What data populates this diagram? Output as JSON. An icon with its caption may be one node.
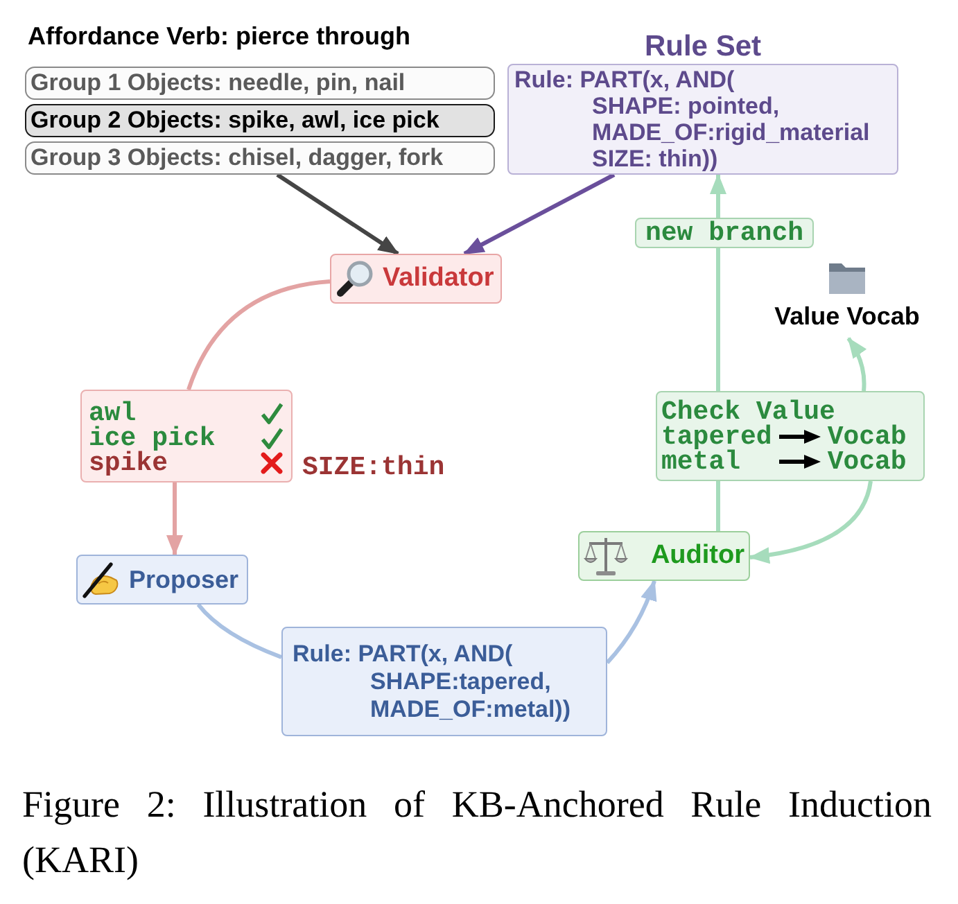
{
  "diagram": {
    "caption": "Figure 2: Illustration of KB-Anchored Rule Induction (KARI)",
    "nodes": [
      {
        "text": [
          "Group 1 Objects: needle, pin, nail"
        ]
      },
      {
        "text": [
          "Group 2 Objects: spike, awl, ice pick"
        ]
      },
      {
        "text": [
          "Group 3 Objects: chisel, dagger, fork"
        ]
      },
      {
        "text": [
          "Rule Set",
          "Rule: PART(x, AND(",
          "SHAPE: pointed,",
          "MADE_OF:rigid_material",
          "SIZE: thin))"
        ]
      },
      {
        "text": [
          "Validator"
        ]
      },
      {
        "text": [
          "new branch"
        ]
      },
      {
        "text": [
          "Value Vocab"
        ]
      },
      {
        "text": [
          "awl",
          "ice pick",
          "spike"
        ],
        "beside": [
          "SIZE:thin"
        ]
      },
      {
        "text": [
          "Check Value",
          "tapered",
          "Vocab",
          "metal",
          "Vocab"
        ]
      },
      {
        "text": [
          "Auditor"
        ]
      },
      {
        "text": [
          "Proposer"
        ]
      },
      {
        "text": [
          "Rule: PART(x, AND(",
          "SHAPE:tapered,",
          "MADE_OF:metal))"
        ]
      }
    ],
    "edges": [
      {
        "from": 2,
        "to": 4,
        "arrow": "to",
        "color": "#454545"
      },
      {
        "from": 3,
        "to": 4,
        "arrow": "to",
        "color": "#6a4f9b"
      },
      {
        "from": 4,
        "to": 7,
        "arrow": "none",
        "color": "#e3a3a3"
      },
      {
        "from": 7,
        "to": 10,
        "arrow": "to",
        "color": "#e3a3a3"
      },
      {
        "from": 10,
        "to": 11,
        "arrow": "none",
        "color": "#a9c1e2"
      },
      {
        "from": 11,
        "to": 9,
        "arrow": "to",
        "color": "#a9c1e2"
      },
      {
        "from": 9,
        "to": 8,
        "arrow": "none",
        "color": "#a6dcbc"
      },
      {
        "from": 8,
        "to": 5,
        "arrow": "none",
        "color": "#a6dcbc"
      },
      {
        "from": 5,
        "to": 3,
        "arrow": "to",
        "color": "#a6dcbc"
      },
      {
        "from": 8,
        "to": 9,
        "arrow": "to",
        "color": "#a6dcbc"
      },
      {
        "from": 8,
        "to": 6,
        "arrow": "to",
        "color": "#a6dcbc"
      }
    ],
    "labels": [
      "Affordance Verb: pierce through"
    ]
  }
}
